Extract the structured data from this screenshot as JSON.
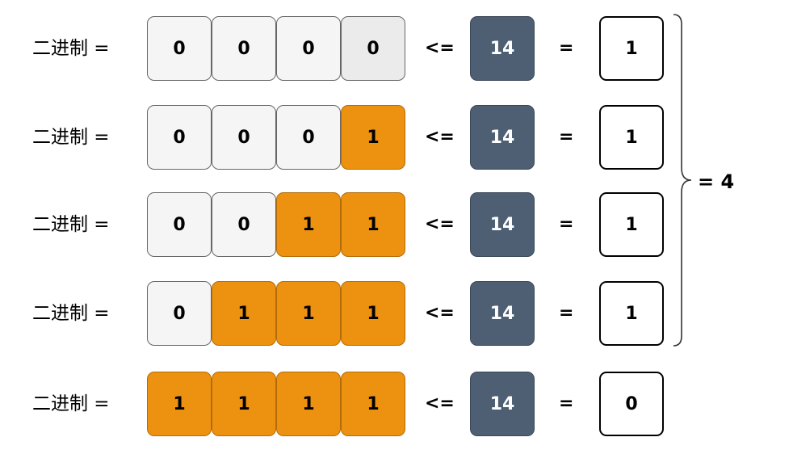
{
  "rows": [
    {
      "label": "二进制 =",
      "bits": [
        "0",
        "0",
        "0",
        "0"
      ],
      "operator": "<=",
      "number": "14",
      "equals": "=",
      "result": "1"
    },
    {
      "label": "二进制 =",
      "bits": [
        "0",
        "0",
        "0",
        "1"
      ],
      "operator": "<=",
      "number": "14",
      "equals": "=",
      "result": "1"
    },
    {
      "label": "二进制 =",
      "bits": [
        "0",
        "0",
        "1",
        "1"
      ],
      "operator": "<=",
      "number": "14",
      "equals": "=",
      "result": "1"
    },
    {
      "label": "二进制 =",
      "bits": [
        "0",
        "1",
        "1",
        "1"
      ],
      "operator": "<=",
      "number": "14",
      "equals": "=",
      "result": "1"
    },
    {
      "label": "二进制 =",
      "bits": [
        "1",
        "1",
        "1",
        "1"
      ],
      "operator": "<=",
      "number": "14",
      "equals": "=",
      "result": "0"
    }
  ],
  "sum_label": "= 4",
  "colors": {
    "bit_on": "#ec9110",
    "bit_off": "#f5f5f5",
    "number_box": "#4e5f74",
    "result_border": "#000000"
  }
}
